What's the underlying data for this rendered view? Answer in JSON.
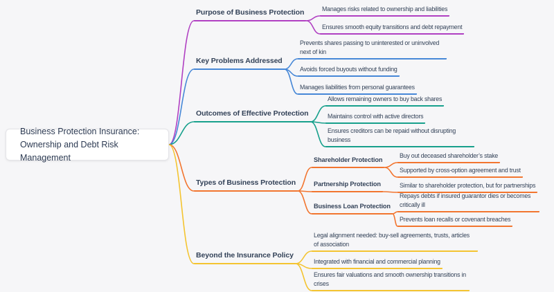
{
  "colors": {
    "background": "#f6f6f8",
    "text": "#334258",
    "root_text": "#2c3a52",
    "root_box": "#ffffff"
  },
  "root": {
    "title": "Business Protection Insurance: Ownership and Debt Risk Management"
  },
  "map": {
    "branches": [
      {
        "label": "Purpose of Business Protection",
        "color": "#b03fc2",
        "children": [
          {
            "label": "Manages risks related to ownership and liabilities"
          },
          {
            "label": "Ensures smooth equity transitions and debt repayment"
          }
        ]
      },
      {
        "label": "Key Problems Addressed",
        "color": "#4687d7",
        "children": [
          {
            "label": "Prevents shares passing to uninterested or uninvolved next of kin"
          },
          {
            "label": "Avoids forced buyouts without funding"
          },
          {
            "label": "Manages liabilities from personal guarantees"
          }
        ]
      },
      {
        "label": "Outcomes of Effective Protection",
        "color": "#17a08c",
        "children": [
          {
            "label": "Allows remaining owners to buy back shares"
          },
          {
            "label": "Maintains control with active directors"
          },
          {
            "label": "Ensures creditors can be repaid without disrupting business"
          }
        ]
      },
      {
        "label": "Types of Business Protection",
        "color": "#f2752f",
        "children": [
          {
            "label": "Shareholder Protection",
            "children": [
              {
                "label": "Buy out deceased shareholder’s stake"
              },
              {
                "label": "Supported by cross-option agreement and trust"
              }
            ]
          },
          {
            "label": "Partnership Protection",
            "children": [
              {
                "label": "Similar to shareholder protection, but for partnerships"
              }
            ]
          },
          {
            "label": "Business Loan Protection",
            "children": [
              {
                "label": "Repays debts if insured guarantor dies or becomes critically ill"
              },
              {
                "label": "Prevents loan recalls or covenant breaches"
              }
            ]
          }
        ]
      },
      {
        "label": "Beyond the Insurance Policy",
        "color": "#f4c430",
        "children": [
          {
            "label": "Legal alignment needed: buy-sell agreements, trusts, articles of association"
          },
          {
            "label": "Integrated with financial and commercial planning"
          },
          {
            "label": "Ensures fair valuations and smooth ownership transitions in crises"
          }
        ]
      }
    ]
  }
}
